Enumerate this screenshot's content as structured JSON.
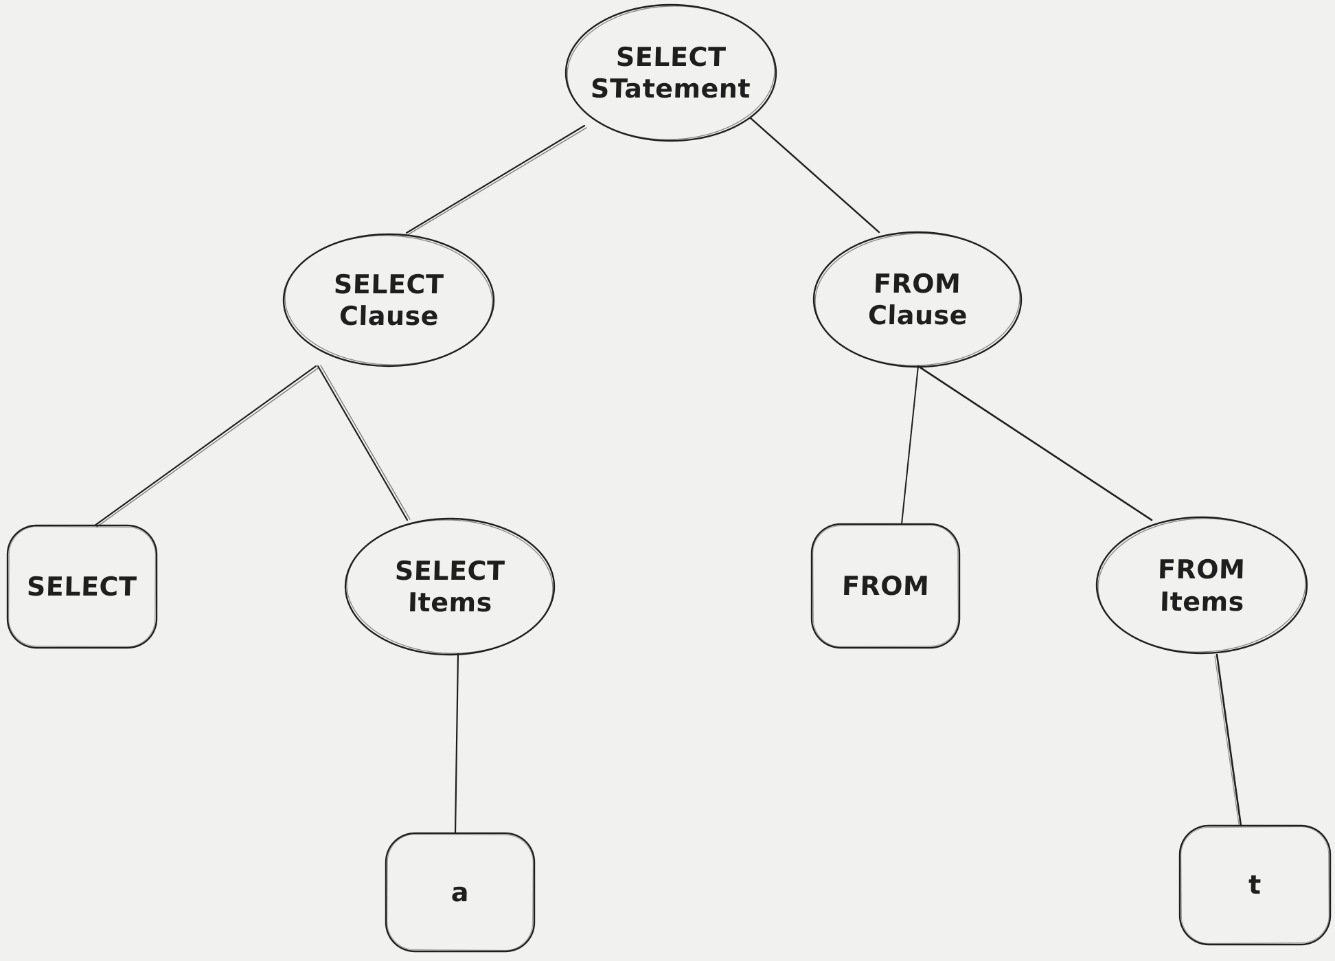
{
  "diagram": {
    "colors": {
      "background": "#f1f1ef",
      "stroke": "#1e1e1e",
      "text": "#1e1e1e"
    },
    "nodes": [
      {
        "id": "select-statement",
        "shape": "ellipse",
        "lines": [
          "SELECT",
          "STatement"
        ]
      },
      {
        "id": "select-clause",
        "shape": "ellipse",
        "lines": [
          "SELECT",
          "Clause"
        ]
      },
      {
        "id": "from-clause",
        "shape": "ellipse",
        "lines": [
          "FROM",
          "Clause"
        ]
      },
      {
        "id": "select-keyword",
        "shape": "rectangle",
        "lines": [
          "SELECT"
        ]
      },
      {
        "id": "select-items",
        "shape": "ellipse",
        "lines": [
          "SELECT",
          "Items"
        ]
      },
      {
        "id": "from-keyword",
        "shape": "rectangle",
        "lines": [
          "FROM"
        ]
      },
      {
        "id": "from-items",
        "shape": "ellipse",
        "lines": [
          "FROM",
          "Items"
        ]
      },
      {
        "id": "select-item-a",
        "shape": "rectangle",
        "lines": [
          "a"
        ]
      },
      {
        "id": "from-item-t",
        "shape": "rectangle",
        "lines": [
          "t"
        ]
      }
    ],
    "edges": [
      {
        "from": "select-statement",
        "to": "select-clause"
      },
      {
        "from": "select-statement",
        "to": "from-clause"
      },
      {
        "from": "select-clause",
        "to": "select-keyword"
      },
      {
        "from": "select-clause",
        "to": "select-items"
      },
      {
        "from": "select-items",
        "to": "select-item-a"
      },
      {
        "from": "from-clause",
        "to": "from-keyword"
      },
      {
        "from": "from-clause",
        "to": "from-items"
      },
      {
        "from": "from-items",
        "to": "from-item-t"
      }
    ]
  }
}
